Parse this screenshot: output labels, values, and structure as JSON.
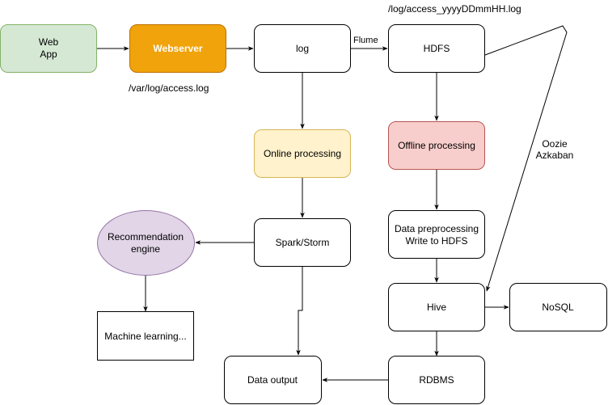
{
  "nodes": {
    "web_app": {
      "lines": [
        "Web",
        "App"
      ],
      "fill": "#d5e8d4",
      "stroke": "#82b366"
    },
    "webserver": {
      "lines": [
        "Webserver"
      ],
      "fill": "#f0a30a",
      "stroke": "#bd7000",
      "text_color": "#ffffff"
    },
    "log": {
      "lines": [
        "log"
      ],
      "fill": "#ffffff",
      "stroke": "#000000"
    },
    "hdfs": {
      "lines": [
        "HDFS"
      ],
      "fill": "#ffffff",
      "stroke": "#000000"
    },
    "online_processing": {
      "lines": [
        "Online processing"
      ],
      "fill": "#fff2cc",
      "stroke": "#d6b656"
    },
    "offline_processing": {
      "lines": [
        "Offline processing"
      ],
      "fill": "#f8cecc",
      "stroke": "#b85450"
    },
    "recommendation_engine": {
      "lines": [
        "Recommendation",
        "engine"
      ],
      "fill": "#e1d5e7",
      "stroke": "#9673a6"
    },
    "spark_storm": {
      "lines": [
        "Spark/Storm"
      ],
      "fill": "#ffffff",
      "stroke": "#000000"
    },
    "data_preprocessing": {
      "lines": [
        "Data preprocessing",
        "Write to HDFS"
      ],
      "fill": "#ffffff",
      "stroke": "#000000"
    },
    "machine_learning": {
      "lines": [
        "Machine learning..."
      ],
      "fill": "#ffffff",
      "stroke": "#000000"
    },
    "hive": {
      "lines": [
        "Hive"
      ],
      "fill": "#ffffff",
      "stroke": "#000000"
    },
    "nosql": {
      "lines": [
        "NoSQL"
      ],
      "fill": "#ffffff",
      "stroke": "#000000"
    },
    "data_output": {
      "lines": [
        "Data output"
      ],
      "fill": "#ffffff",
      "stroke": "#000000"
    },
    "rdbms": {
      "lines": [
        "RDBMS"
      ],
      "fill": "#ffffff",
      "stroke": "#000000"
    }
  },
  "labels": {
    "access_log_path": "/var/log/access.log",
    "hdfs_path": "/log/access_yyyyDDmmHH.log",
    "flume": "Flume",
    "oozie": "Oozie",
    "azkaban": "Azkaban"
  },
  "edges": [
    {
      "from": "web_app",
      "to": "webserver"
    },
    {
      "from": "webserver",
      "to": "log"
    },
    {
      "from": "log",
      "to": "hdfs",
      "label": "flume"
    },
    {
      "from": "log",
      "to": "online_processing"
    },
    {
      "from": "hdfs",
      "to": "offline_processing"
    },
    {
      "from": "online_processing",
      "to": "spark_storm"
    },
    {
      "from": "spark_storm",
      "to": "recommendation_engine"
    },
    {
      "from": "recommendation_engine",
      "to": "machine_learning"
    },
    {
      "from": "spark_storm",
      "to": "data_output"
    },
    {
      "from": "offline_processing",
      "to": "data_preprocessing"
    },
    {
      "from": "data_preprocessing",
      "to": "hive"
    },
    {
      "from": "hdfs",
      "to": "hive",
      "label": "oozie_azkaban"
    },
    {
      "from": "hive",
      "to": "nosql"
    },
    {
      "from": "hive",
      "to": "rdbms"
    },
    {
      "from": "rdbms",
      "to": "data_output"
    }
  ]
}
